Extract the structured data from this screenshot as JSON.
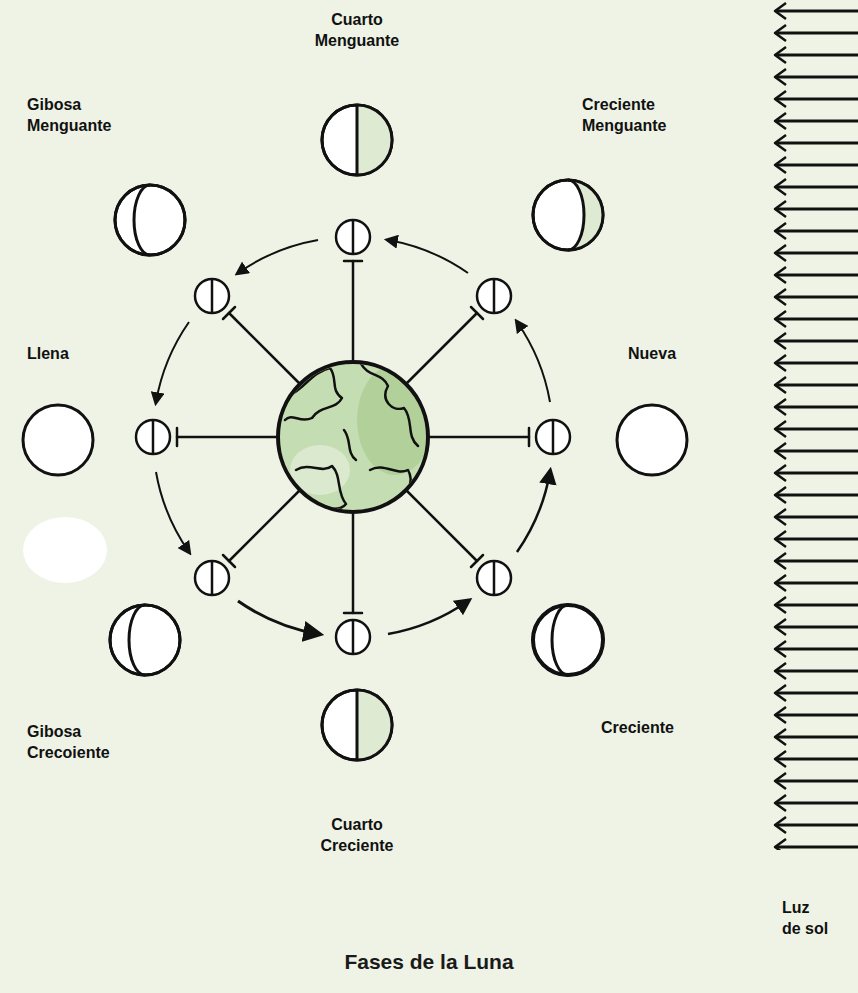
{
  "diagram": {
    "title": "Fases de la Luna",
    "labels": [
      "Cuarto Menguante",
      "Gibosa Menguante",
      "Creciente Menguante",
      "Llena",
      "Nueva",
      "Gibosa Crecoiente",
      "Creciente",
      "Cuarto Creciente",
      "Luz de sol"
    ]
  }
}
